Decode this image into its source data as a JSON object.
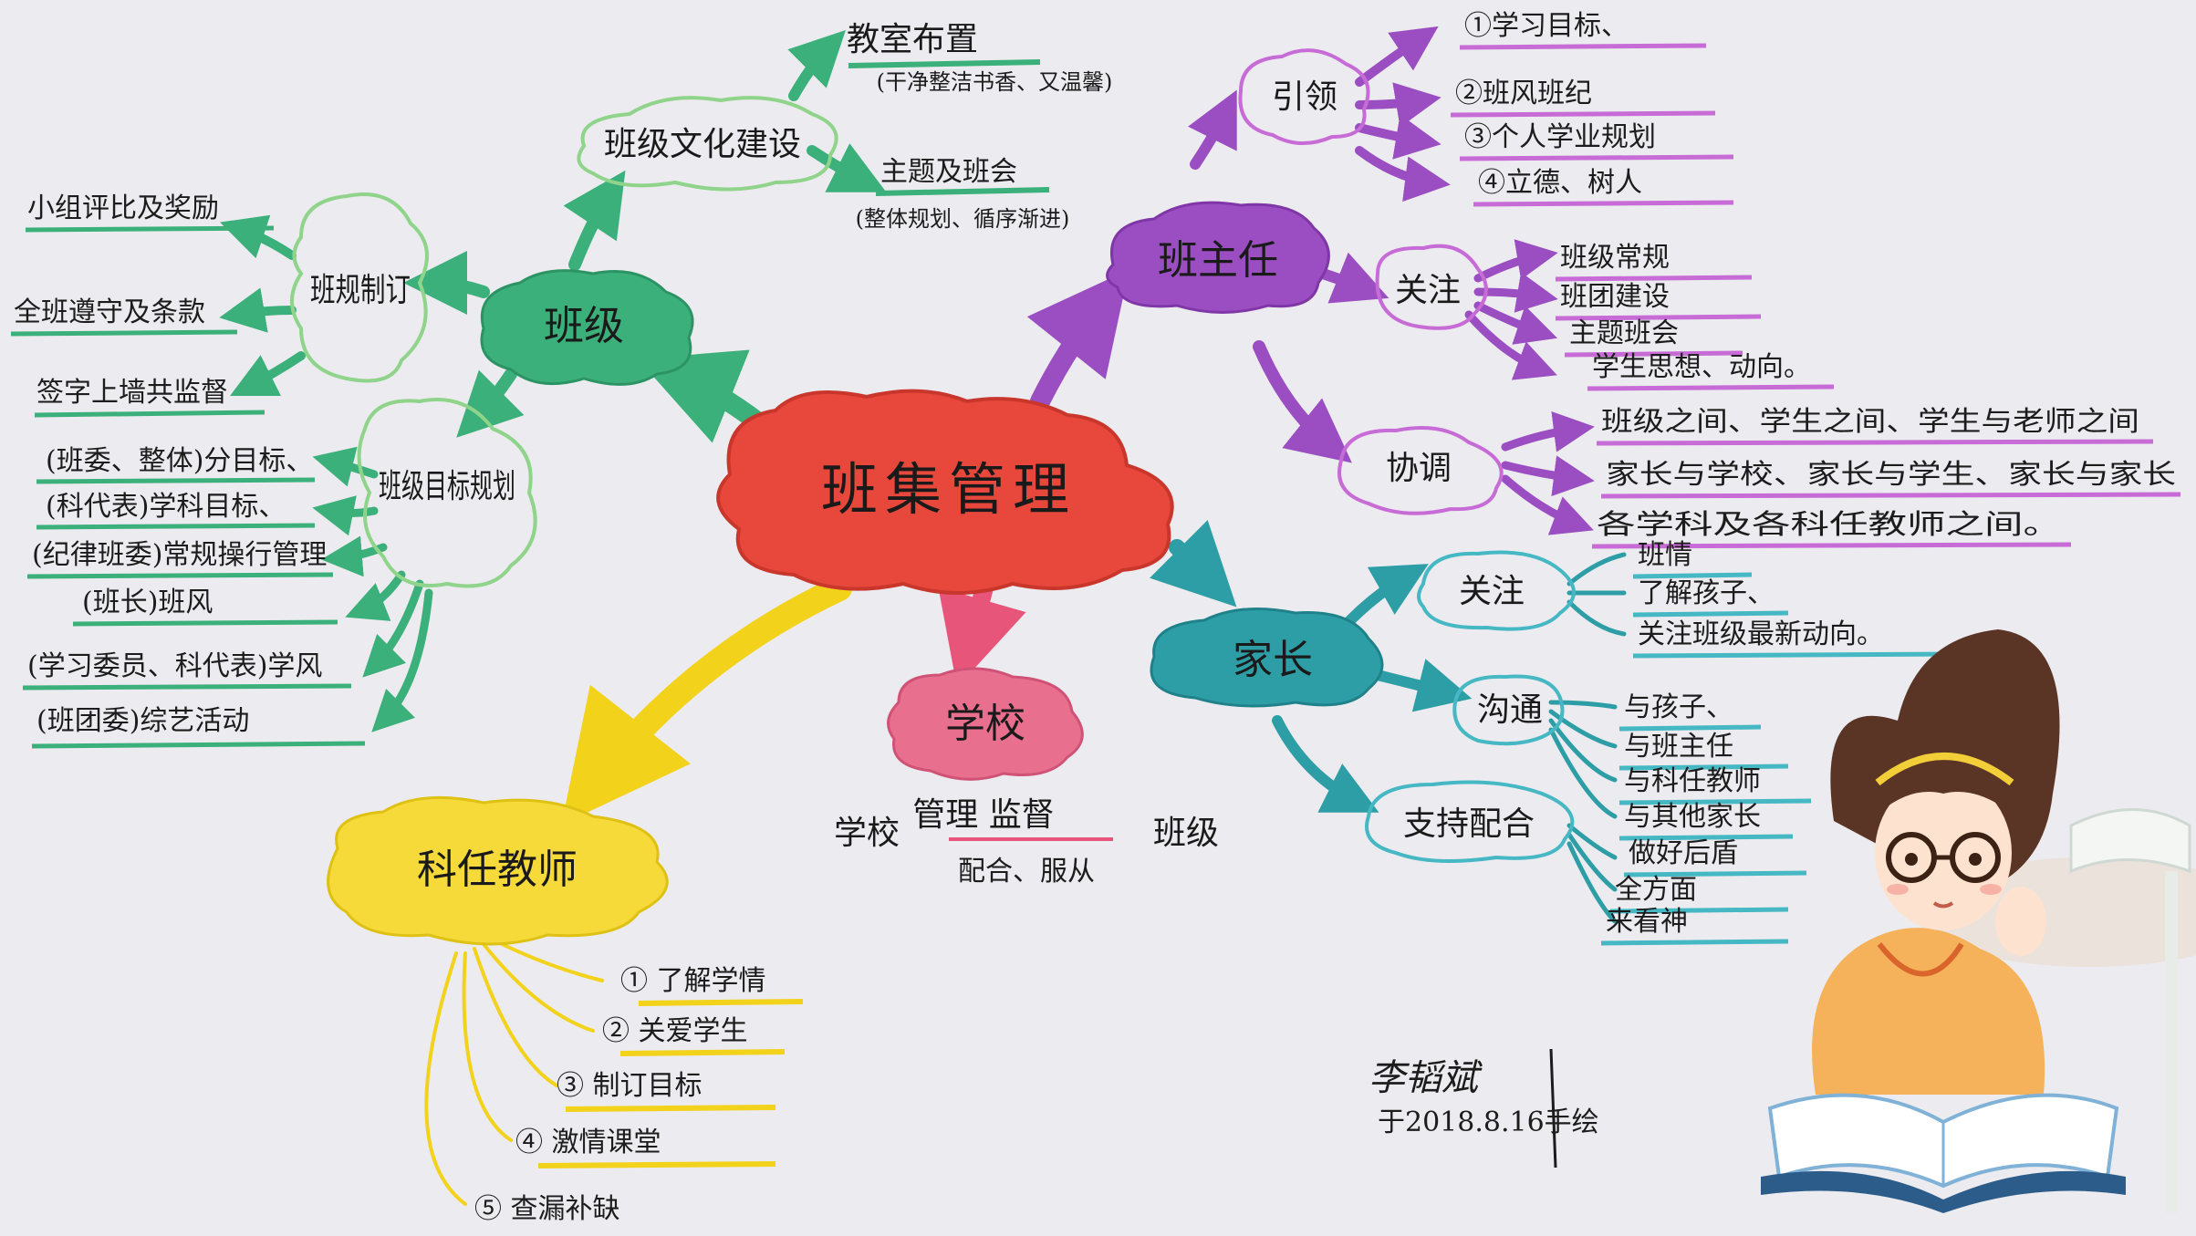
{
  "center": "班集管理",
  "class_branch": {
    "title": "班级",
    "culture": {
      "title": "班级文化建设",
      "items": [
        "教室布置",
        "(干净整洁书香、又温馨)",
        "主题及班会",
        "(整体规划、循序渐进)"
      ]
    },
    "rules": {
      "title": "班规制订",
      "items": [
        "小组评比及奖励",
        "全班遵守及条款",
        "签字上墙共监督"
      ]
    },
    "plan": {
      "title": "班级目标规划",
      "items": [
        "(班委、整体)分目标、",
        "(科代表)学科目标、",
        "(纪律班委)常规操行管理",
        "(班长)班风",
        "(学习委员、科代表)学风",
        "(班团委)综艺活动"
      ]
    }
  },
  "head_teacher_branch": {
    "title": "班主任",
    "lead": {
      "title": "引领",
      "items": [
        "①学习目标、",
        "②班风班纪",
        "③个人学业规划",
        "④立德、树人"
      ]
    },
    "focus": {
      "title": "关注",
      "items": [
        "班级常规",
        "班团建设",
        "主题班会",
        "学生思想、动向。"
      ]
    },
    "coordinate": {
      "title": "协调",
      "items": [
        "班级之间、学生之间、学生与老师之间",
        "家长与学校、家长与学生、家长与家长",
        "各学科及各科任教师之间。"
      ]
    }
  },
  "parent_branch": {
    "title": "家长",
    "focus": {
      "title": "关注",
      "items": [
        "班情",
        "了解孩子、",
        "关注班级最新动向。"
      ]
    },
    "communicate": {
      "title": "沟通",
      "items": [
        "与孩子、",
        "与班主任",
        "与科任教师",
        "与其他家长"
      ]
    },
    "support": {
      "title": "支持配合",
      "items": [
        "做好后盾",
        "全方面",
        "来看神"
      ]
    }
  },
  "school_branch": {
    "title": "学校",
    "left": "学校",
    "middle": "管理 监督",
    "right": "班级",
    "bottom": "配合、服从"
  },
  "teacher_branch": {
    "title": "科任教师",
    "items": [
      "① 了解学情",
      "② 关爱学生",
      "③ 制订目标",
      "④ 激情课堂",
      "⑤ 查漏补缺"
    ]
  },
  "signature": {
    "name": "李韬斌",
    "date": "于2018.8.16手绘"
  },
  "colors": {
    "center": "#e8483c",
    "class": "#3bb07a",
    "head_teacher": "#9b4ec2",
    "parent": "#2e9ea6",
    "school": "#e8557a",
    "teacher": "#f2d21b",
    "plan_outline": "#8fd48a",
    "lead_outline": "#c76bd6",
    "support_outline": "#45b8c4",
    "paper": "#ecebef"
  }
}
